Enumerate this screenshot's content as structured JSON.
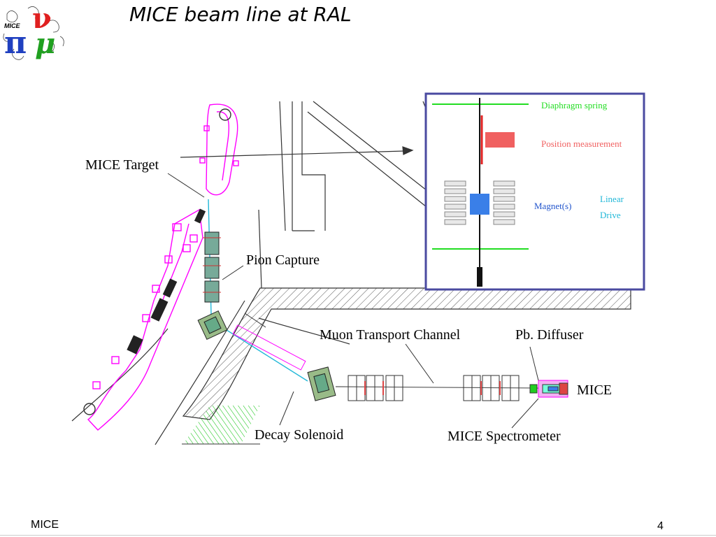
{
  "slide": {
    "title": "MICE beam line at RAL",
    "footer_left": "MICE",
    "page_number": "4"
  },
  "logo": {
    "label": "MICE",
    "glyphs": "πμν"
  },
  "diagram": {
    "labels": {
      "mice_target": "MICE Target",
      "pion_capture": "Pion Capture",
      "muon_transport_channel": "Muon Transport Channel",
      "pb_diffuser": "Pb. Diffuser",
      "mice": "MICE",
      "decay_solenoid": "Decay Solenoid",
      "mice_spectrometer": "MICE Spectrometer"
    },
    "inset": {
      "diaphragm_spring": "Diaphragm spring",
      "position_measurement": "Position measurement",
      "magnets": "Magnet(s)",
      "linear": "Linear",
      "drive": "Drive"
    },
    "colors": {
      "magenta": "#ff00ff",
      "green": "#00c000",
      "inset_border": "#4a4aa0",
      "inset_green": "#22dd22",
      "position_red": "#f06060",
      "magnet_blue": "#3a7fe8",
      "linear_drive_cyan": "#22b8d8"
    }
  }
}
